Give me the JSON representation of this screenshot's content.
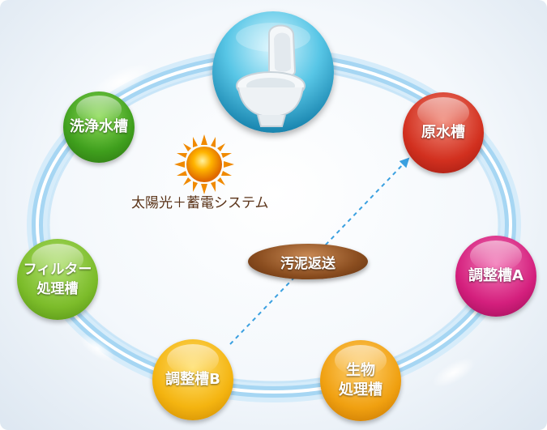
{
  "cycle": {
    "nodes": [
      {
        "label": "洗浄水槽",
        "color": "#3f9f1d"
      },
      {
        "label": "原水槽",
        "color": "#d2301f"
      },
      {
        "label": "調整槽A",
        "color": "#d41f7d"
      },
      {
        "label": "生物\n処理槽",
        "color": "#f0a010"
      },
      {
        "label": "調整槽B",
        "color": "#f4b410"
      },
      {
        "label": "フィルター\n処理槽",
        "color": "#7cbc2a"
      }
    ]
  },
  "power": {
    "label": "太陽光＋蓄電システム"
  },
  "return_flow": {
    "label": "汚泥返送"
  },
  "icons": {
    "toilet": "toilet-icon",
    "sun": "sun-icon",
    "arrow": "dashed-arrow"
  },
  "colors": {
    "ring": "#9fd4f2",
    "arrow": "#3aa0e0",
    "label_text": "#5a3318"
  }
}
